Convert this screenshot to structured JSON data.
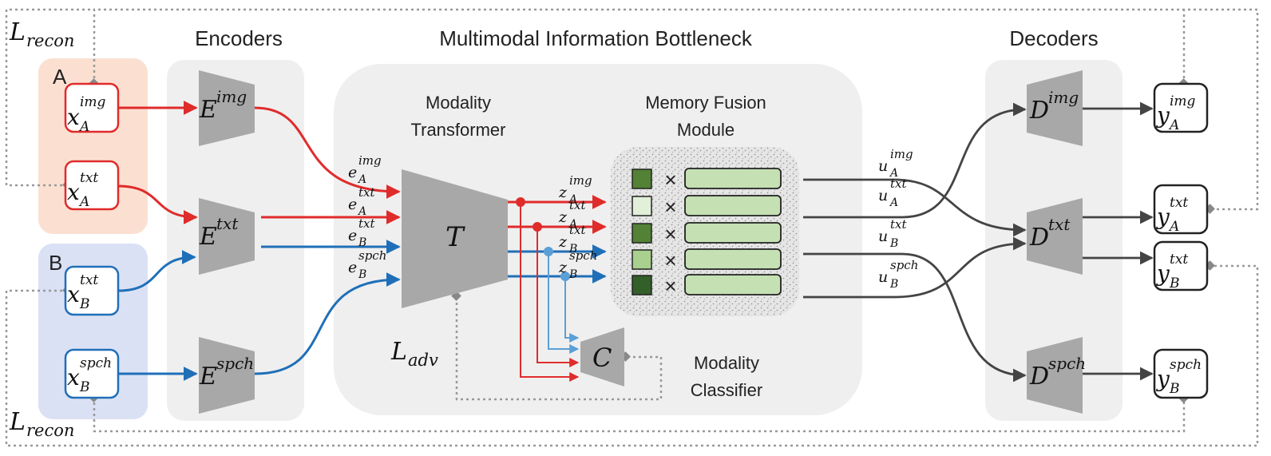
{
  "labels": {
    "encoders": "Encoders",
    "bottleneck": "Multimodal Information Bottleneck",
    "decoders": "Decoders",
    "modality_transformer_1": "Modality",
    "modality_transformer_2": "Transformer",
    "memory_fusion_1": "Memory Fusion",
    "memory_fusion_2": "Module",
    "modality_classifier_1": "Modality",
    "modality_classifier_2": "Classifier"
  },
  "groups": {
    "a": "A",
    "b": "B"
  },
  "losses": {
    "recon": "recon",
    "adv": "adv",
    "L": "L"
  },
  "inputs": [
    {
      "base": "x",
      "sup": "img",
      "sub": "A"
    },
    {
      "base": "x",
      "sup": "txt",
      "sub": "A"
    },
    {
      "base": "x",
      "sup": "txt",
      "sub": "B"
    },
    {
      "base": "x",
      "sup": "spch",
      "sub": "B"
    }
  ],
  "encoders": [
    {
      "base": "E",
      "sup": "img"
    },
    {
      "base": "E",
      "sup": "txt"
    },
    {
      "base": "E",
      "sup": "spch"
    }
  ],
  "embeddings": [
    {
      "base": "e",
      "sup": "img",
      "sub": "A"
    },
    {
      "base": "e",
      "sup": "txt",
      "sub": "A"
    },
    {
      "base": "e",
      "sup": "txt",
      "sub": "B"
    },
    {
      "base": "e",
      "sup": "spch",
      "sub": "B"
    }
  ],
  "transformer": {
    "label": "T"
  },
  "latents": [
    {
      "base": "z",
      "sup": "img",
      "sub": "A"
    },
    {
      "base": "z",
      "sup": "txt",
      "sub": "A"
    },
    {
      "base": "z",
      "sup": "txt",
      "sub": "B"
    },
    {
      "base": "z",
      "sup": "spch",
      "sub": "B"
    }
  ],
  "classifier": {
    "label": "C"
  },
  "memory": {
    "times": "×"
  },
  "fused": [
    {
      "base": "u",
      "sup": "img",
      "sub": "A"
    },
    {
      "base": "u",
      "sup": "txt",
      "sub": "A"
    },
    {
      "base": "u",
      "sup": "txt",
      "sub": "B"
    },
    {
      "base": "u",
      "sup": "spch",
      "sub": "B"
    }
  ],
  "decoders": [
    {
      "base": "D",
      "sup": "img"
    },
    {
      "base": "D",
      "sup": "txt"
    },
    {
      "base": "D",
      "sup": "spch"
    }
  ],
  "outputs": [
    {
      "base": "y",
      "sup": "img",
      "sub": "A"
    },
    {
      "base": "y",
      "sup": "txt",
      "sub": "A"
    },
    {
      "base": "y",
      "sup": "txt",
      "sub": "B"
    },
    {
      "base": "y",
      "sup": "spch",
      "sub": "B"
    }
  ],
  "colors": {
    "modality_a": "#e02b2b",
    "modality_b": "#1f6fb8",
    "modality_b_light": "#5a9fd6",
    "decoder_flow": "#444444",
    "trapezoid": "#a8a8a8",
    "panel": "#efefef",
    "group_a": "#fbe0d1",
    "group_b": "#dbe1f4",
    "memory_slot": "#c5e0b3",
    "weight_dark": "#335f29",
    "weight_mid": "#538135",
    "weight_light": "#e2efd9"
  }
}
